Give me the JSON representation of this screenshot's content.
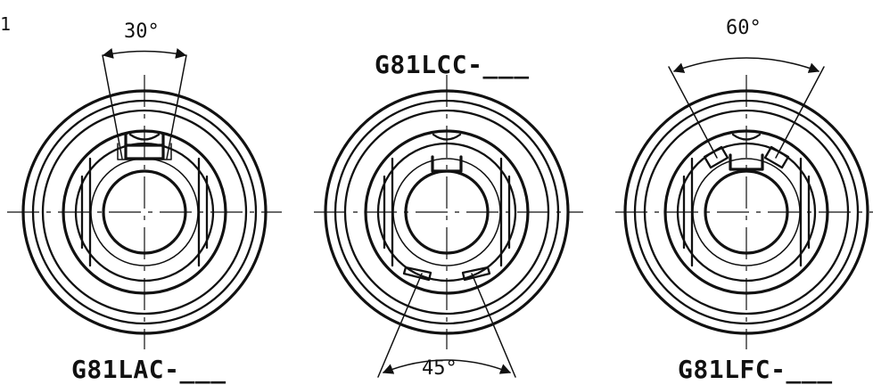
{
  "drawing": {
    "corner_label": "1",
    "left_view": {
      "angle_label": "30°",
      "part_label": "G81LAC-___"
    },
    "middle_view": {
      "part_label_top": "G81LCC-___",
      "angle_label": "45°"
    },
    "right_view": {
      "angle_label": "60°",
      "part_label": "G81LFC-___"
    }
  }
}
